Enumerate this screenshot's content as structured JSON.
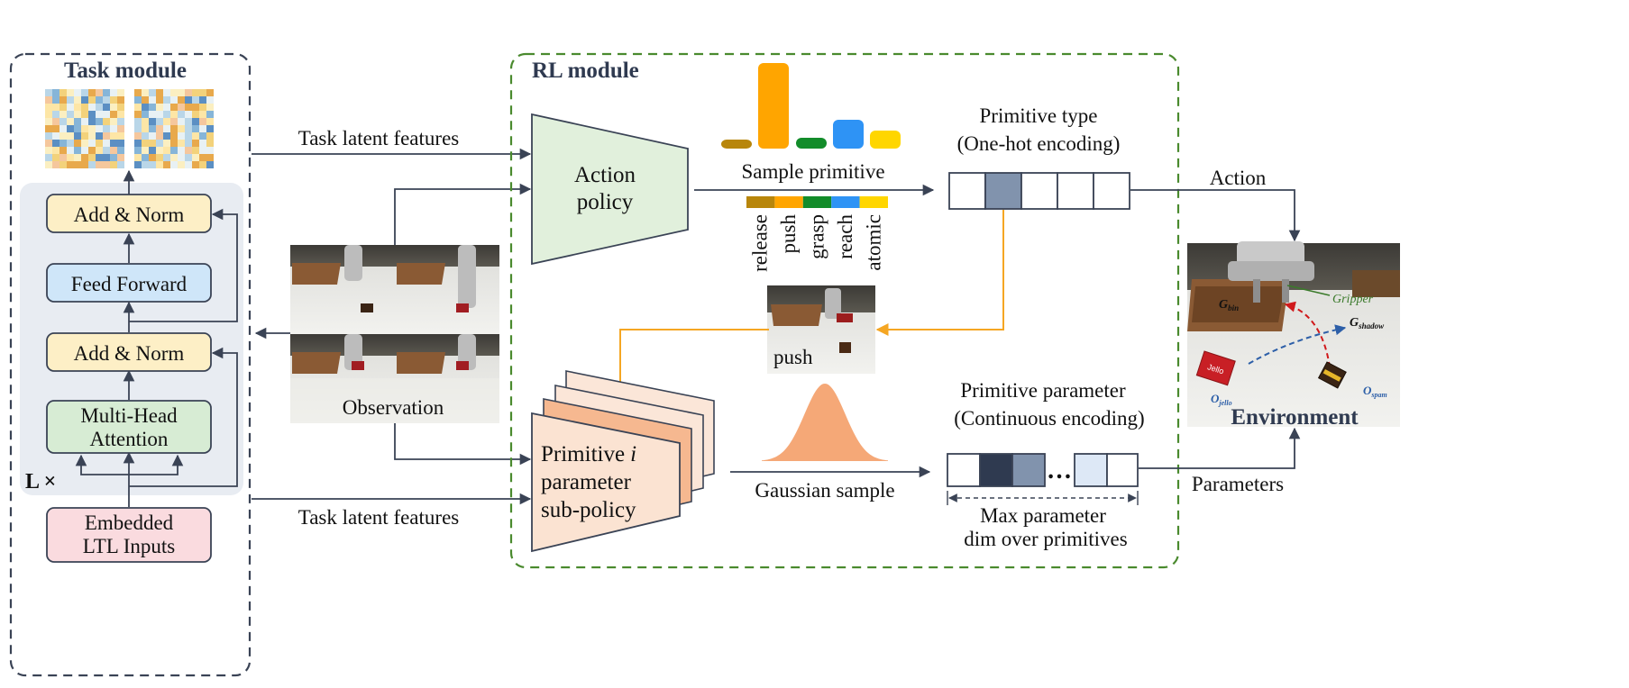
{
  "task_module": {
    "title": "Task module",
    "add_norm_top": "Add & Norm",
    "feed_forward": "Feed Forward",
    "add_norm_bottom": "Add & Norm",
    "attention_line1": "Multi-Head",
    "attention_line2": "Attention",
    "repeat_label": "L ×",
    "input_line1": "Embedded",
    "input_line2": "LTL Inputs"
  },
  "connections": {
    "task_latent_top": "Task latent features",
    "task_latent_bottom": "Task latent features",
    "observation": "Observation",
    "action": "Action",
    "parameters": "Parameters"
  },
  "rl_module": {
    "title": "RL module",
    "action_policy_line1": "Action",
    "action_policy_line2": "policy",
    "sample_primitive": "Sample primitive",
    "primitives": [
      "release",
      "push",
      "grasp",
      "reach",
      "atomic"
    ],
    "primitive_colors": [
      "#b8860b",
      "#ffa500",
      "#128c2a",
      "#2e93f5",
      "#ffd600"
    ],
    "primitive_probabilities": [
      0.1,
      0.95,
      0.12,
      0.32,
      0.2
    ],
    "push_thumb_label": "push",
    "primitive_type_line1": "Primitive type",
    "primitive_type_line2": "(One-hot encoding)",
    "one_hot_selected_index": 1,
    "subpolicy_line1": "Primitive",
    "subpolicy_italic": "i",
    "subpolicy_line2": "parameter",
    "subpolicy_line3": "sub-policy",
    "gaussian_sample": "Gaussian sample",
    "primitive_param_line1": "Primitive parameter",
    "primitive_param_line2": "(Continuous encoding)",
    "ellipsis": "…",
    "max_param_line1": "Max parameter",
    "max_param_line2": "dim over  primitives"
  },
  "environment": {
    "label": "Environment",
    "gripper": "Gripper",
    "g_bin": "G",
    "g_bin_sub": "bin",
    "g_shadow": "G",
    "g_shadow_sub": "shadow",
    "o_jello": "O",
    "o_jello_sub": "jello",
    "o_spam": "O",
    "o_spam_sub": "spam",
    "jello_box_text": "Jello"
  },
  "colors": {
    "task_border": "#3a4355",
    "rl_border": "#4a8a2e",
    "add_norm": "#fdefc6",
    "feed_forward": "#cfe6f9",
    "attention": "#d7ecd4",
    "ltl_input": "#fadbdf",
    "policy_fill": "#e1f0dc",
    "subpolicy_fill": "#f6c8a8",
    "arrow": "#3a4355",
    "orange_arrow": "#f5a623"
  }
}
